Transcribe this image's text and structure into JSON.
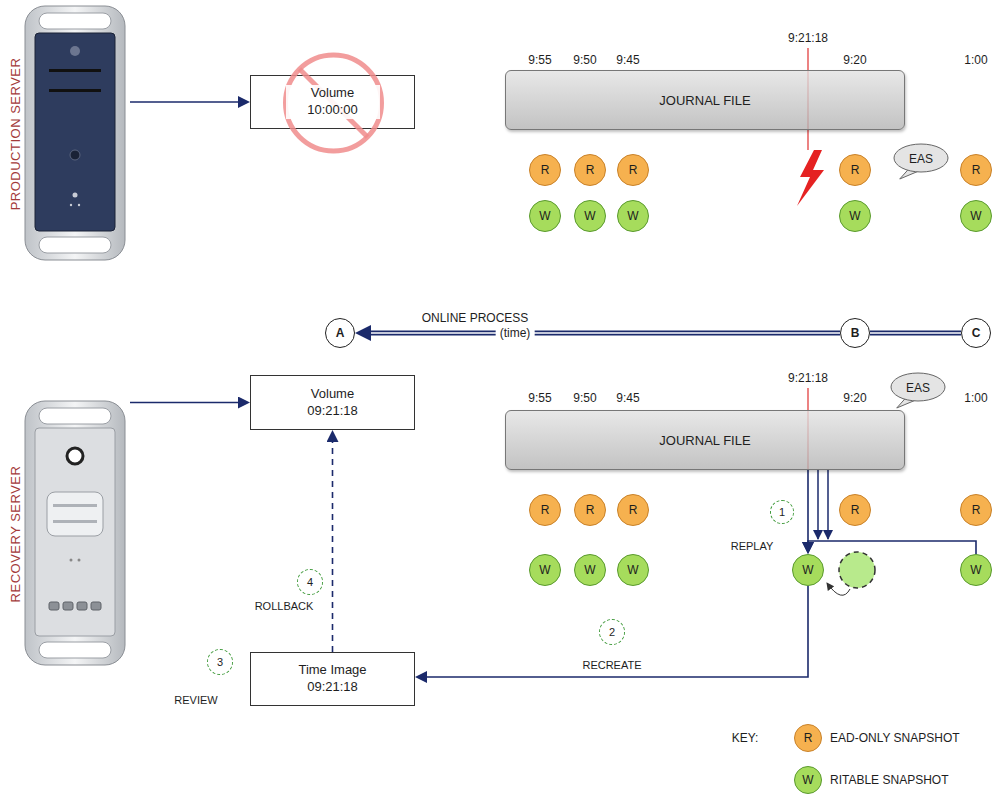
{
  "diagram": {
    "nodes": [
      {
        "text": [
          "PRODUCTION SERVER"
        ]
      },
      {
        "text": [
          "Volume 10:00:00"
        ]
      },
      {
        "text": [
          "JOURNAL FILE"
        ]
      },
      {
        "text": [
          "EAS"
        ]
      },
      {
        "text": [
          "R"
        ]
      },
      {
        "text": [
          "R"
        ]
      },
      {
        "text": [
          "R"
        ]
      },
      {
        "text": [
          "R"
        ]
      },
      {
        "text": [
          "R"
        ]
      },
      {
        "text": [
          "W"
        ]
      },
      {
        "text": [
          "W"
        ]
      },
      {
        "text": [
          "W"
        ]
      },
      {
        "text": [
          "W"
        ]
      },
      {
        "text": [
          "W"
        ]
      },
      {
        "text": [
          "A"
        ]
      },
      {
        "text": [
          "B"
        ]
      },
      {
        "text": [
          "C"
        ]
      },
      {
        "text": [
          "RECOVERY SERVER"
        ]
      },
      {
        "text": [
          "Volume 09:21:18"
        ]
      },
      {
        "text": [
          "JOURNAL FILE"
        ]
      },
      {
        "text": [
          "EAS"
        ]
      },
      {
        "text": [
          "1"
        ]
      },
      {
        "text": [
          "R"
        ]
      },
      {
        "text": [
          "R"
        ]
      },
      {
        "text": [
          "R"
        ]
      },
      {
        "text": [
          "R"
        ]
      },
      {
        "text": [
          "R"
        ]
      },
      {
        "text": [
          "W"
        ]
      },
      {
        "text": [
          "W"
        ]
      },
      {
        "text": [
          "W"
        ]
      },
      {
        "text": [
          "W"
        ]
      },
      {
        "text": [
          "W"
        ]
      },
      {
        "text": [
          "2"
        ]
      },
      {
        "text": [
          "3"
        ]
      },
      {
        "text": [
          "Time Image 09:21:18"
        ]
      },
      {
        "text": [
          "4"
        ]
      }
    ],
    "edges": [
      {
        "from": 0,
        "to": 1,
        "arrow": "to"
      },
      {
        "from": 17,
        "to": 18,
        "arrow": "to"
      },
      {
        "from": 15,
        "to": 14,
        "arrow": "to",
        "label": "(time)"
      },
      {
        "from": 16,
        "to": 15,
        "arrow": "none"
      },
      {
        "from": 19,
        "to": 30,
        "arrow": "to"
      },
      {
        "from": 31,
        "to": 30,
        "arrow": "to"
      },
      {
        "from": 30,
        "to": 34,
        "arrow": "to",
        "label": "RECREATE"
      },
      {
        "from": 34,
        "to": 18,
        "arrow": "to"
      }
    ],
    "labels": [
      "9:55",
      "9:50",
      "9:45",
      "9:21:18",
      "9:20",
      "1:00",
      "ONLINE PROCESS",
      "9:55",
      "9:50",
      "9:45",
      "9:21:18",
      "9:20",
      "1:00",
      "REPLAY",
      "ROLLBACK",
      "REVIEW",
      "KEY:",
      "R",
      "W"
    ],
    "legend": [
      {
        "text": "EAD-ONLY SNAPSHOT",
        "color": "#f6b14f"
      },
      {
        "text": "RITABLE SNAPSHOT",
        "color": "#a6dc5c"
      }
    ]
  }
}
